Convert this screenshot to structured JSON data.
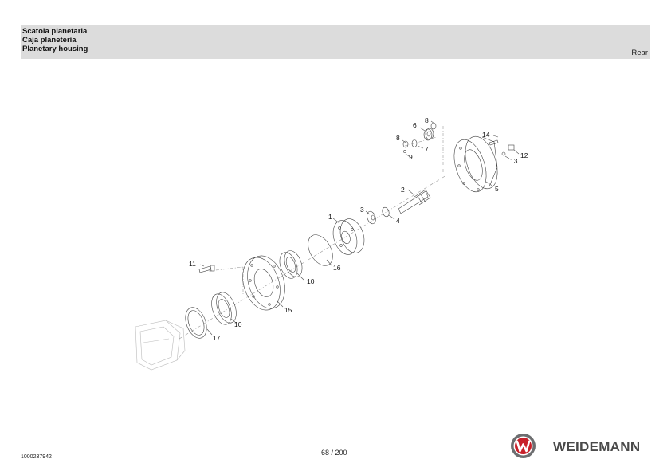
{
  "header": {
    "title_it": "Scatola planetaria",
    "title_es": "Caja planeteria",
    "title_en": "Planetary housing",
    "view": "Rear"
  },
  "callouts": {
    "p1": "1",
    "p2": "2",
    "p3": "3",
    "p4": "4",
    "p5": "5",
    "p6": "6",
    "p7": "7",
    "p8a": "8",
    "p8b": "8",
    "p9": "9",
    "p10a": "10",
    "p10b": "10",
    "p11": "11",
    "p12": "12",
    "p13": "13",
    "p14": "14",
    "p15": "15",
    "p16": "16",
    "p17": "17"
  },
  "footer": {
    "doc_number": "1000237942",
    "page": "68 / 200",
    "brand": "WEIDEMANN"
  },
  "colors": {
    "header_bg": "#dcdcdc",
    "logo_red": "#c8202a",
    "logo_grey": "#6d6e70"
  }
}
